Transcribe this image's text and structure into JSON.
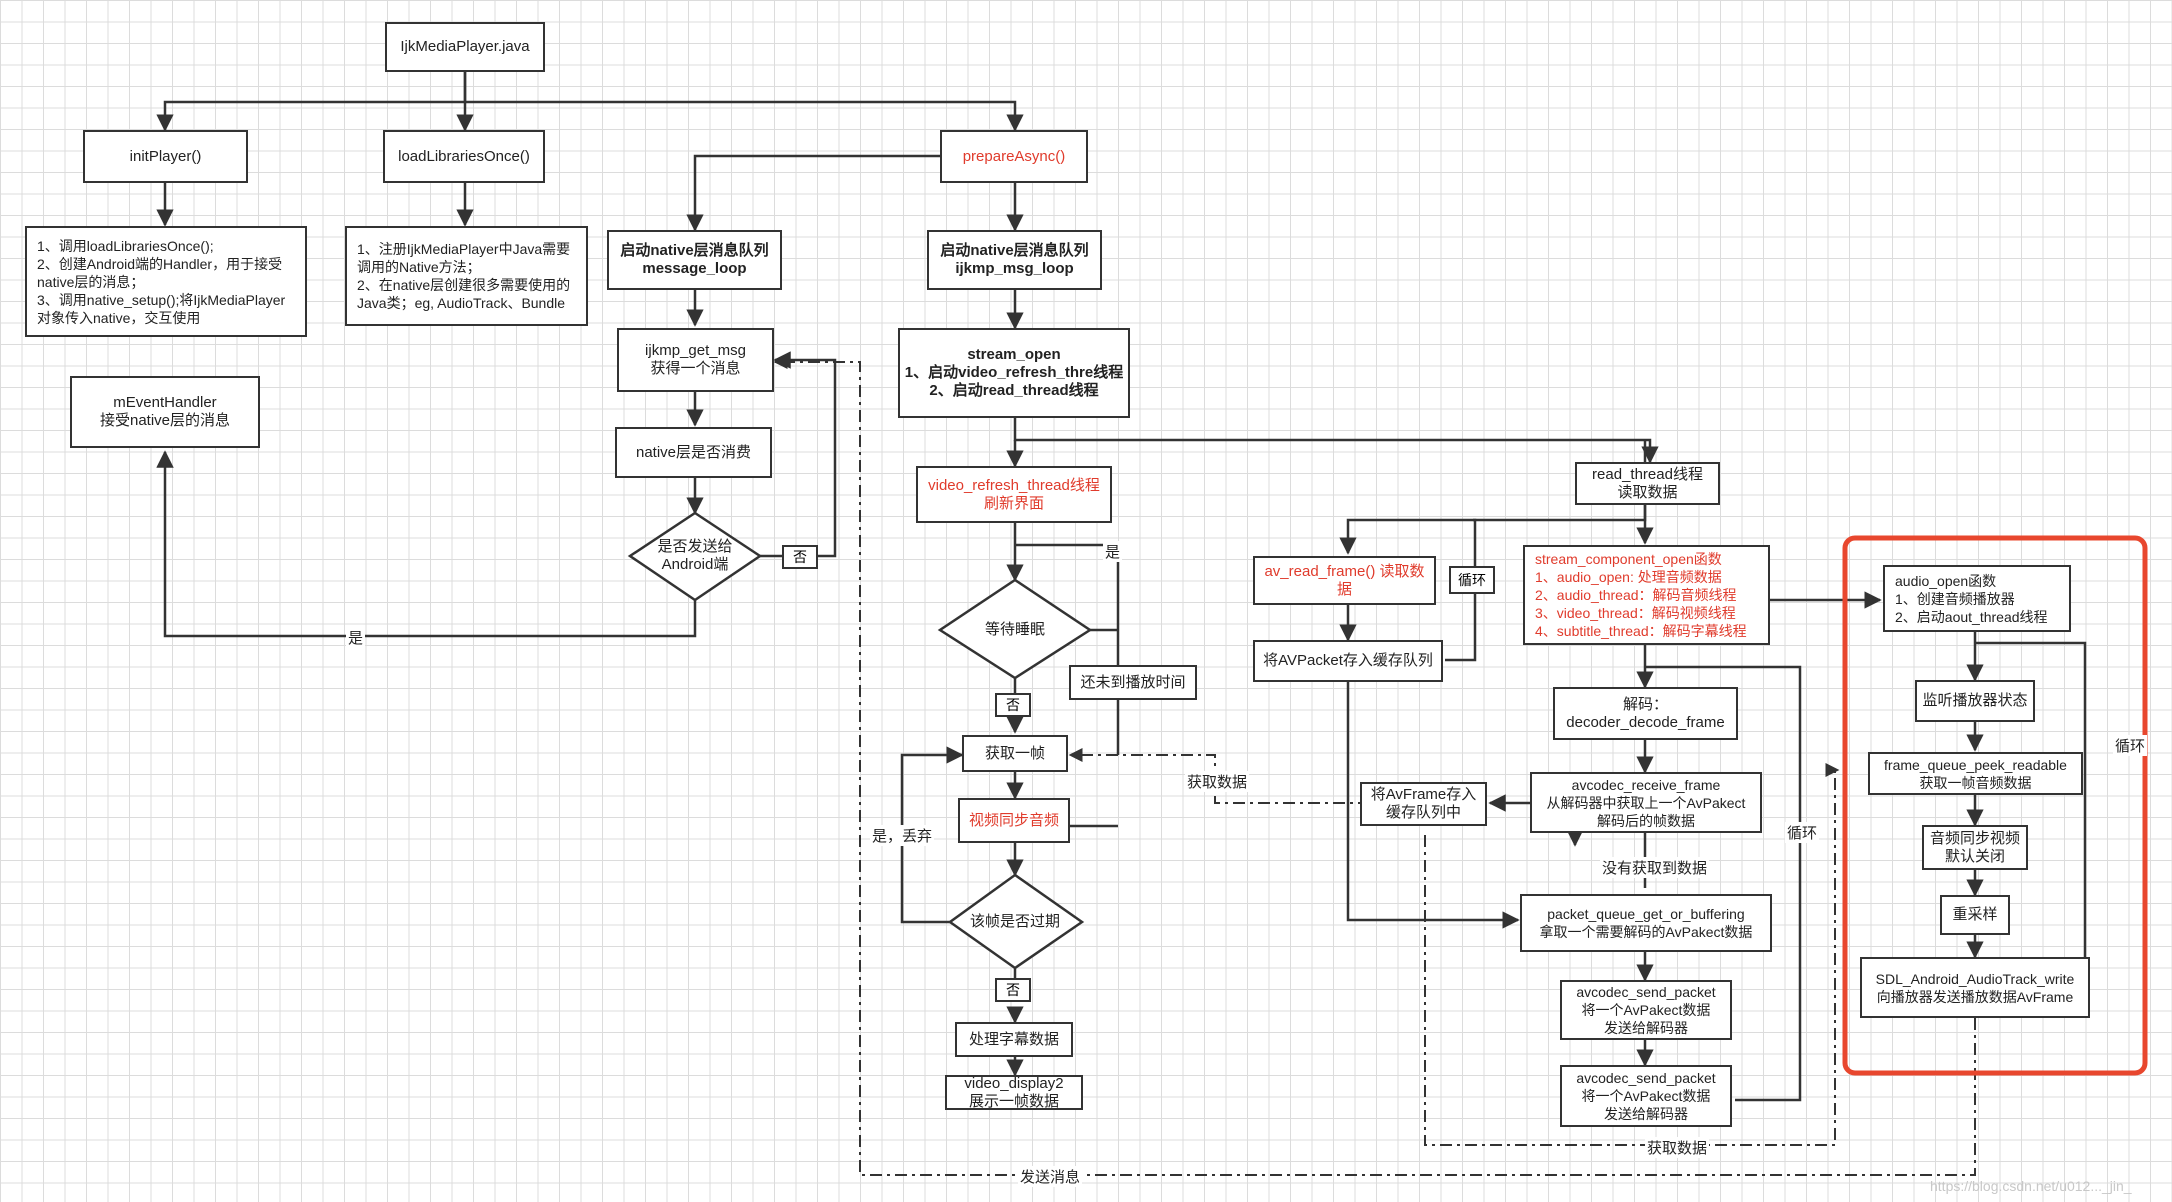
{
  "nodes": {
    "ijkplayer": "IjkMediaPlayer.java",
    "initplayer": "initPlayer()",
    "loadlibs": "loadLibrariesOnce()",
    "prepare": "prepareAsync()",
    "init_desc": "1、调用loadLibrariesOnce();\n2、创建Android端的Handler，用于接受native层的消息；\n3、调用native_setup();将IjkMediaPlayer对象传入native，交互使用",
    "load_desc": "1、注册IjkMediaPlayer中Java需要调用的Native方法；\n2、在native层创建很多需要使用的Java类；eg, AudioTrack、Bundle",
    "event_handler": "mEventHandler\n接受native层的消息",
    "message_loop": "启动native层消息队列\nmessage_loop",
    "msg_loop": "启动native层消息队列\nijkmp_msg_loop",
    "get_msg": "ijkmp_get_msg\n获得一个消息",
    "native_consume": "native层是否消费",
    "send_android": "是否发送给\nAndroid端",
    "stream_open": "stream_open\n1、启动video_refresh_thre线程\n2、启动read_thread线程",
    "video_refresh": "video_refresh_thread线程\n刷新界面",
    "wait_sleep": "等待睡眠",
    "get_frame": "获取一帧",
    "sync_audio": "视频同步音频",
    "frame_expired": "该帧是否过期",
    "subtitle": "处理字幕数据",
    "display": "video_display2\n展示一帧数据",
    "not_time": "还未到播放时间",
    "read_thread": "read_thread线程\n读取数据",
    "av_read_frame": "av_read_frame() 读取数据",
    "store_packet": "将AVPacket存入缓存队列",
    "stream_component": "stream_component_open函数\n1、audio_open: 处理音频数据\n2、audio_thread：解码音频线程\n3、video_thread：解码视频线程\n4、subtitle_thread：解码字幕线程",
    "decoder": "解码：\ndecoder_decode_frame",
    "avframe_store": "将AvFrame存入\n缓存队列中",
    "receive_frame": "avcodec_receive_frame\n从解码器中获取上一个AvPakect\n解码后的帧数据",
    "packet_queue": "packet_queue_get_or_buffering\n拿取一个需要解码的AvPakect数据",
    "send_packet1": "avcodec_send_packet\n将一个AvPakect数据\n发送给解码器",
    "send_packet2": "avcodec_send_packet\n将一个AvPakect数据\n发送给解码器",
    "audio_open": "audio_open函数\n1、创建音频播放器\n2、启动aout_thread线程",
    "listen_state": "监听播放器状态",
    "frame_peek": "frame_queue_peek_readable\n获取一帧音频数据",
    "audio_sync_video": "音频同步视频\n默认关闭",
    "resample": "重采样",
    "sdl_write": "SDL_Android_AudioTrack_write\n向播放器发送播放数据AvFrame"
  },
  "labels": {
    "yes": "是",
    "no": "否",
    "yes_discard": "是，丢弃",
    "loop": "循环",
    "get_data": "获取数据",
    "no_data": "没有获取到数据",
    "send_msg": "发送消息"
  },
  "watermark": "https://blog.csdn.net/u012..._jin_",
  "colors": {
    "highlight_border": "#e8472e",
    "red_text": "#e03b2c"
  }
}
